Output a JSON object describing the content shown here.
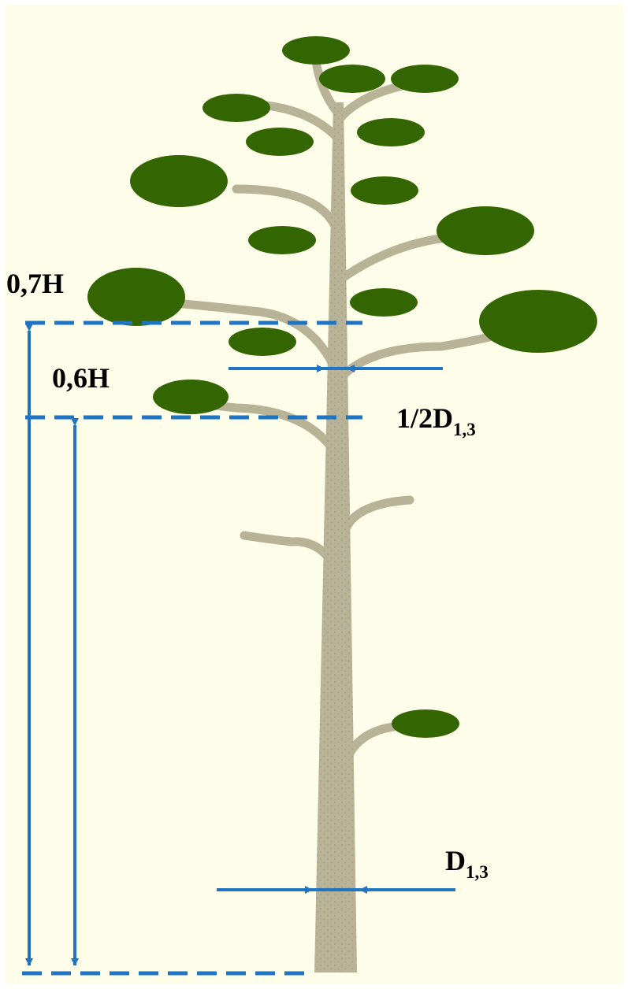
{
  "colors": {
    "background": "#FEFDE9",
    "trunk": "#B8B396",
    "foliage": "#336600",
    "measure": "#1F74C4",
    "text": "#000000"
  },
  "labels": {
    "h07": "0,7H",
    "h06": "0,6H",
    "half_d": {
      "main": "1/2D",
      "sub": "1,3"
    },
    "d13": {
      "main": "D",
      "sub": "1,3"
    }
  }
}
